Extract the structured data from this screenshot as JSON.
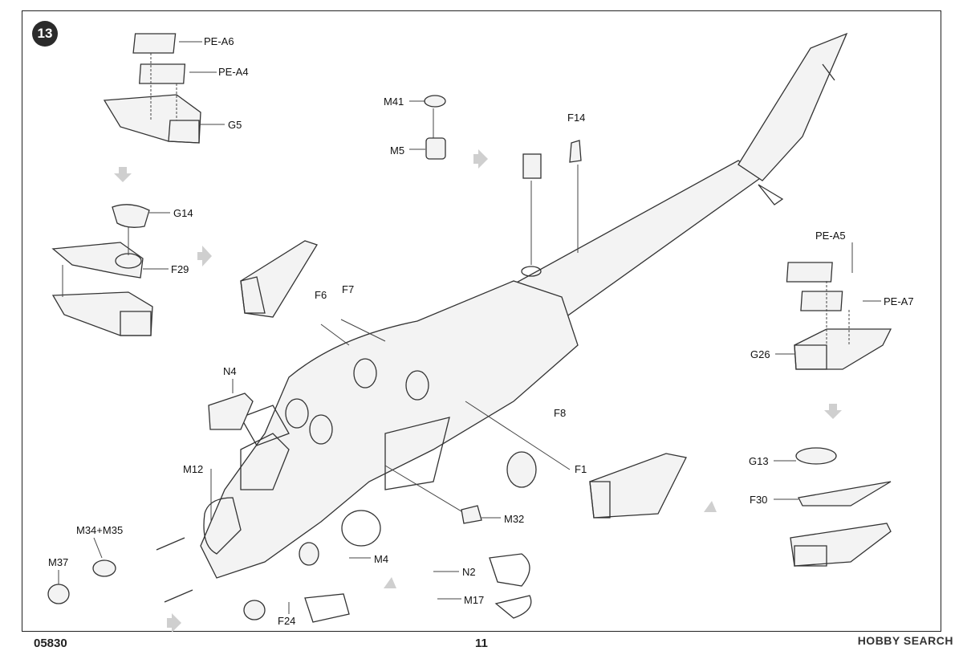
{
  "step_number": "13",
  "page_number": "11",
  "kit_number": "05830",
  "watermark": "HOBBY SEARCH",
  "part_labels": {
    "pe_a6": "PE-A6",
    "pe_a4": "PE-A4",
    "g5": "G5",
    "g14": "G14",
    "f29": "F29",
    "m41": "M41",
    "m5": "M5",
    "f14": "F14",
    "f6": "F6",
    "f7": "F7",
    "n4": "N4",
    "m12": "M12",
    "f8": "F8",
    "f1": "F1",
    "m32": "M32",
    "m34_m35": "M34+M35",
    "m37": "M37",
    "m4": "M4",
    "n2": "N2",
    "m17": "M17",
    "f24": "F24",
    "pe_a5": "PE-A5",
    "pe_a7": "PE-A7",
    "g26": "G26",
    "g13": "G13",
    "f30": "F30"
  },
  "colors": {
    "line": "#333333",
    "arrow": "#cfcfcf",
    "paper": "#ffffff"
  }
}
